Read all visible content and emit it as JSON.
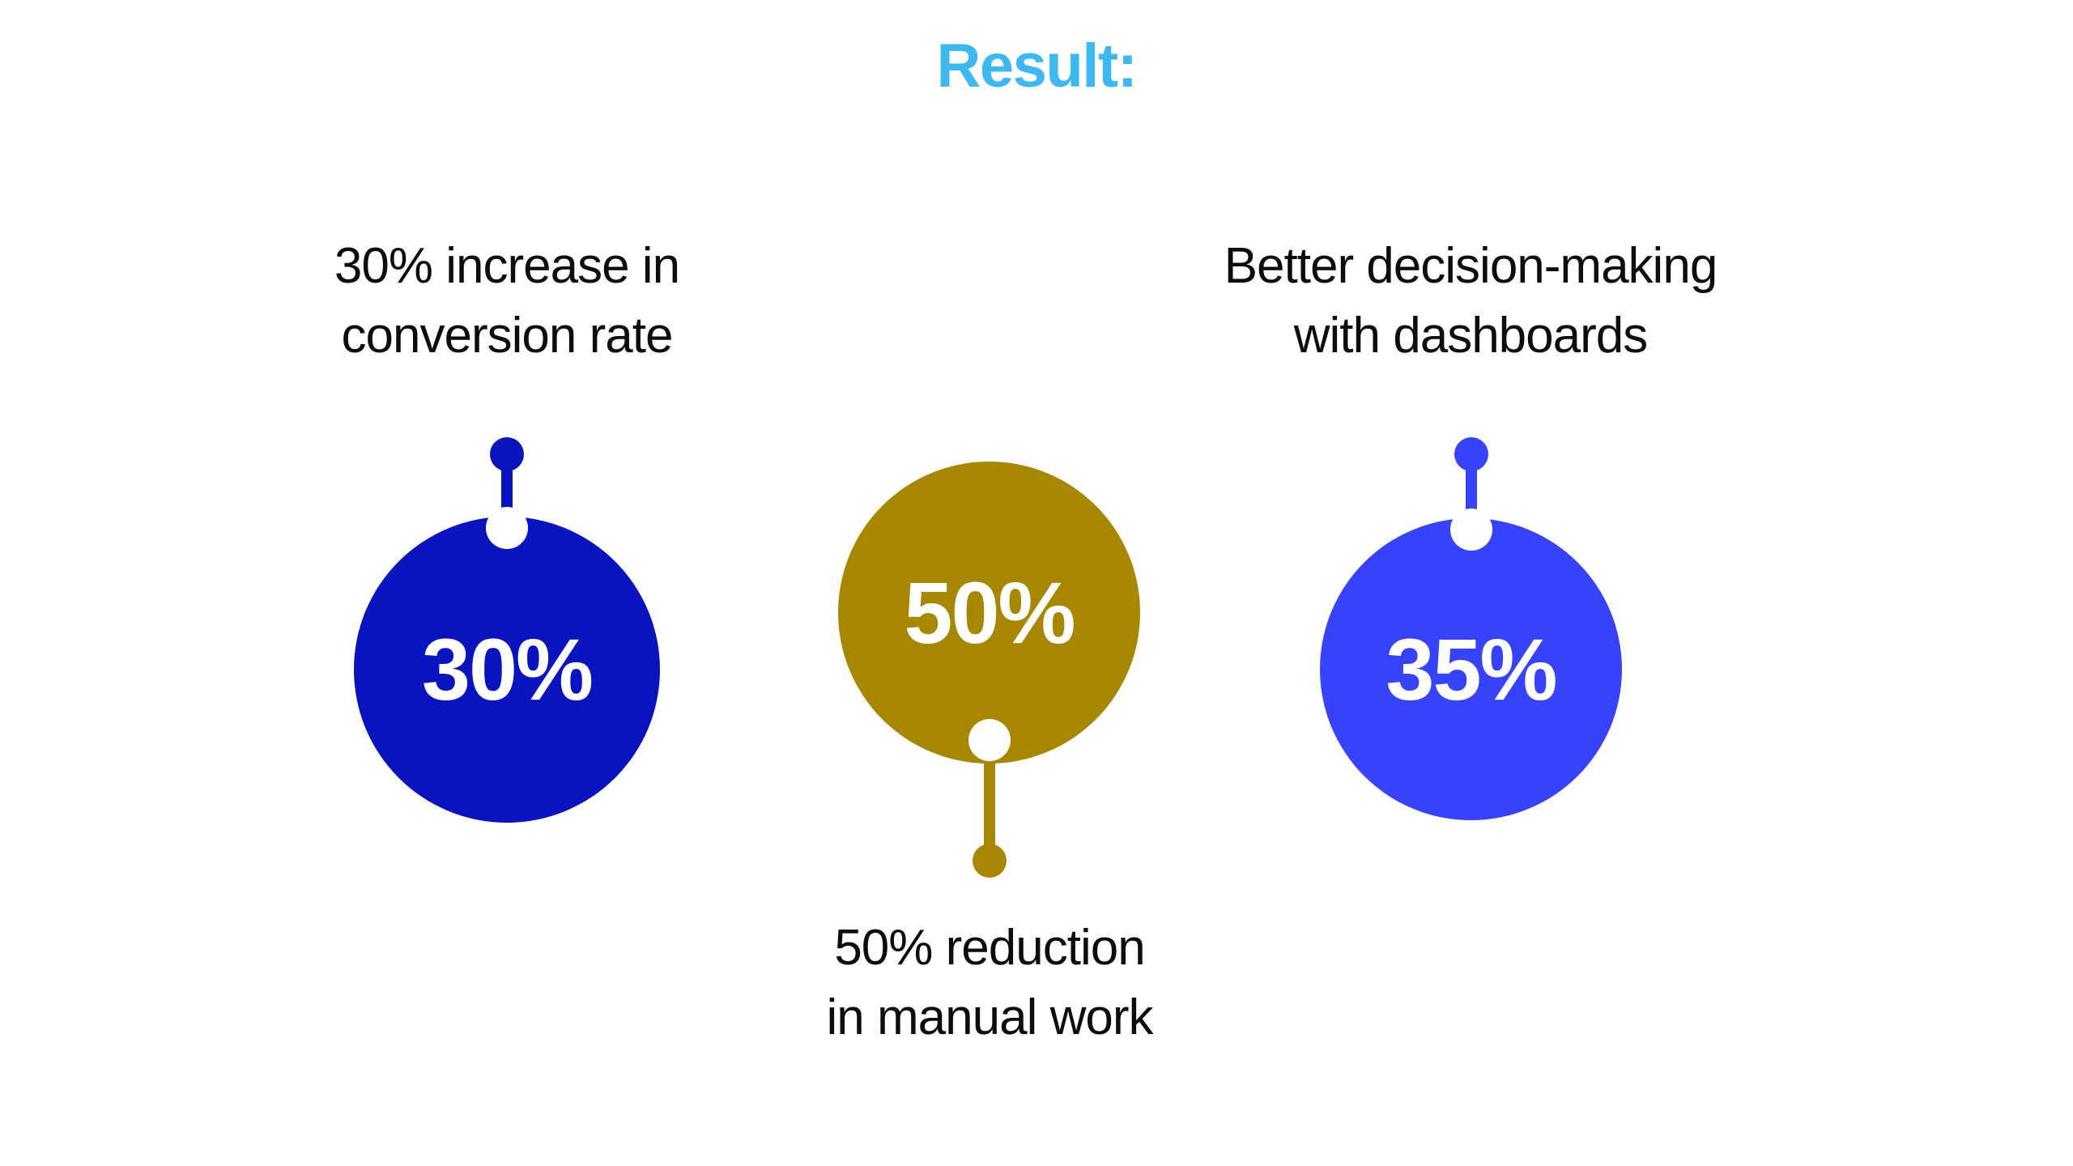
{
  "title": "Result:",
  "colors": {
    "background": "#ffffff",
    "title_blue": "#3db8f0",
    "deep_blue": "#0a14be",
    "gold": "#a88700",
    "royal_blue": "#3743fa",
    "caption_text": "#0d0d0d",
    "value_text": "#ffffff"
  },
  "chart_data": {
    "type": "bar",
    "title": "Result:",
    "xlabel": "",
    "ylabel": "",
    "categories": [
      "30% increase in conversion rate",
      "50% reduction in manual work",
      "Better decision-making with dashboards"
    ],
    "values": [
      30,
      50,
      35
    ],
    "value_labels": [
      "30%",
      "50%",
      "35%"
    ],
    "colors": [
      "#0a14be",
      "#a88700",
      "#3743fa"
    ],
    "legend": "none",
    "grid": false,
    "ylim": [
      0,
      100
    ]
  },
  "markers": [
    {
      "id": "left",
      "value": "30%",
      "color": "#0a14be",
      "pin_direction": "up",
      "caption_position": "above",
      "caption": {
        "line1": "30% increase in",
        "line2": "conversion rate"
      }
    },
    {
      "id": "middle",
      "value": "50%",
      "color": "#a88700",
      "pin_direction": "down",
      "caption_position": "below",
      "caption": {
        "line1": "50% reduction",
        "line2": "in manual work"
      }
    },
    {
      "id": "right",
      "value": "35%",
      "color": "#3743fa",
      "pin_direction": "up",
      "caption_position": "above",
      "caption": {
        "line1": "Better decision-making",
        "line2": "with dashboards"
      }
    }
  ]
}
